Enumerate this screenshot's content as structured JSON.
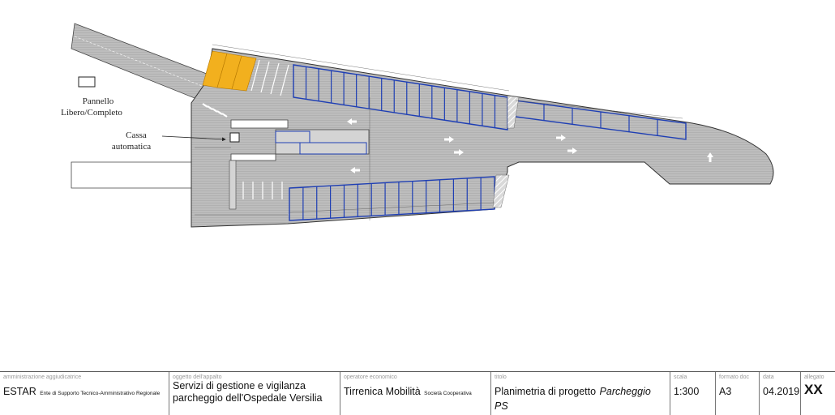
{
  "plan": {
    "labels": {
      "panel_line1": "Pannello",
      "panel_line2": "Libero/Completo",
      "cash_line1": "Cassa",
      "cash_line2": "automatica"
    },
    "colors": {
      "asphalt": "#b9b9b9",
      "outline": "#3a3a3a",
      "stall_outline": "#1f3fb4",
      "reserved_stall": "#f2b01e",
      "white_marking": "#ffffff"
    }
  },
  "titleblock": {
    "admin": {
      "caption": "amministrazione aggiudicatrice",
      "name": "ESTAR",
      "detail": "Ente di Supporto Tecnico-Amministrativo Regionale"
    },
    "subject": {
      "caption": "oggetto dell'appalto",
      "line1": "Servizi di gestione e vigilanza",
      "line2": "parcheggio dell'Ospedale Versilia"
    },
    "operator": {
      "caption": "operatore economico",
      "name": "Tirrenica Mobilità",
      "detail": "Società Cooperativa"
    },
    "title": {
      "caption": "titolo",
      "text": "Planimetria di progetto",
      "emphasis": "Parcheggio PS"
    },
    "scale": {
      "caption": "scala",
      "value": "1:300"
    },
    "format": {
      "caption": "formato doc",
      "value": "A3"
    },
    "date": {
      "caption": "data",
      "value": "04.2019"
    },
    "attachment": {
      "caption": "allegato",
      "value": "XX"
    }
  }
}
